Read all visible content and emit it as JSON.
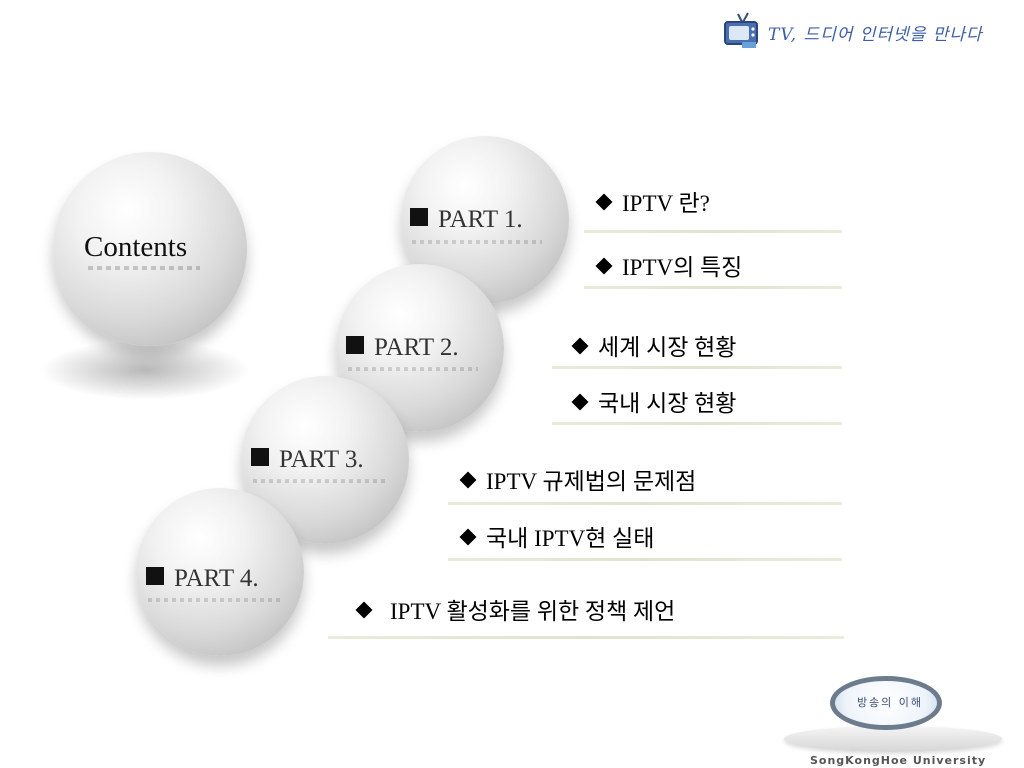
{
  "header": {
    "tagline": "TV, 드디어 인터넷을 만나다"
  },
  "contents_title": "Contents",
  "parts": [
    {
      "label": "PART 1.",
      "items": [
        "IPTV 란?",
        "IPTV의 특징"
      ]
    },
    {
      "label": "PART 2.",
      "items": [
        "세계 시장 현황",
        "국내 시장 현황"
      ]
    },
    {
      "label": "PART 3.",
      "items": [
        "IPTV 규제법의 문제점",
        "국내 IPTV현 실태"
      ]
    },
    {
      "label": "PART 4.",
      "items": [
        "IPTV 활성화를 위한 정책 제언"
      ]
    }
  ],
  "logo": {
    "seal_text": "방송의 이해",
    "university": "SongKongHoe University"
  },
  "colors": {
    "header_text": "#3b5fa8",
    "rule": "#dfe3cf",
    "sphere_light": "#f2f2f2",
    "sphere_dark": "#a9a9a9"
  }
}
